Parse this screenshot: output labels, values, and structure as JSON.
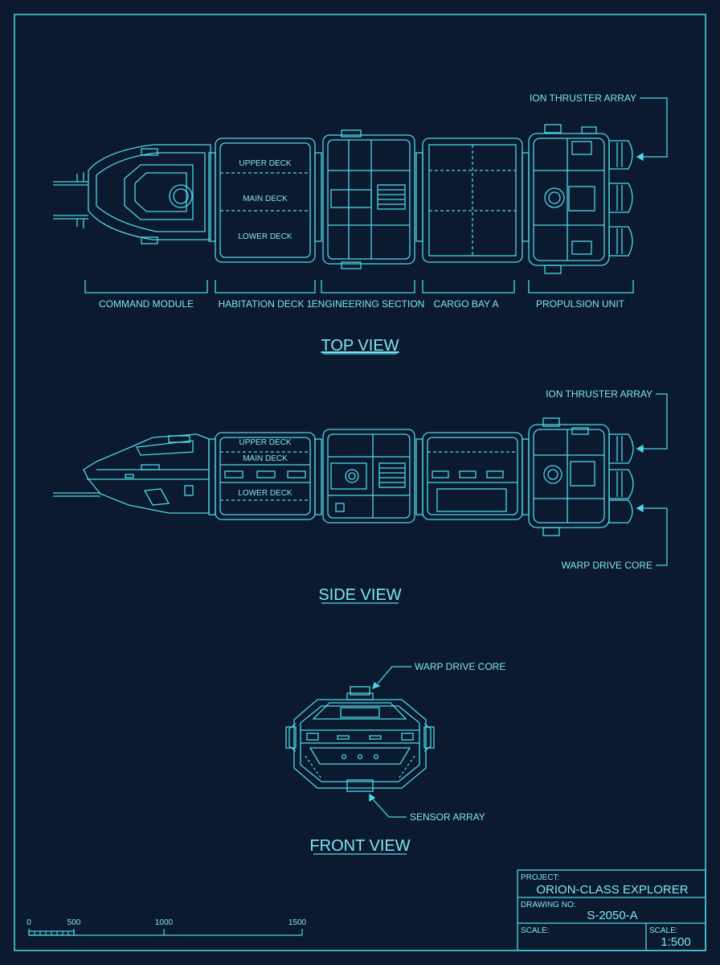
{
  "colors": {
    "background": "#0b1a2e",
    "line": "#4fd6e6",
    "text": "#7fe6f0"
  },
  "top_view": {
    "title": "TOP VIEW",
    "sections": [
      "COMMAND MODULE",
      "HABITATION DECK 1",
      "ENGINEERING SECTION",
      "CARGO BAY A",
      "PROPULSION UNIT"
    ],
    "decks": [
      "UPPER DECK",
      "MAIN DECK",
      "LOWER DECK"
    ],
    "callout": "ION THRUSTER ARRAY"
  },
  "side_view": {
    "title": "SIDE VIEW",
    "decks": [
      "UPPER DECK",
      "MAIN DECK",
      "LOWER DECK"
    ],
    "callout_top": "ION THRUSTER ARRAY",
    "callout_bottom": "WARP DRIVE CORE"
  },
  "front_view": {
    "title": "FRONT VIEW",
    "callout_top": "WARP DRIVE CORE",
    "callout_bottom": "SENSOR ARRAY"
  },
  "scale_bar": {
    "ticks": [
      "0",
      "500",
      "1000",
      "1500"
    ]
  },
  "title_block": {
    "project_label": "PROJECT:",
    "project": "ORION-CLASS EXPLORER",
    "drawing_label": "DRAWING NO:",
    "drawing_no": "S-2050-A",
    "scale_label": "SCALE:",
    "scale_label_2": "SCALE:",
    "scale": "1:500"
  }
}
